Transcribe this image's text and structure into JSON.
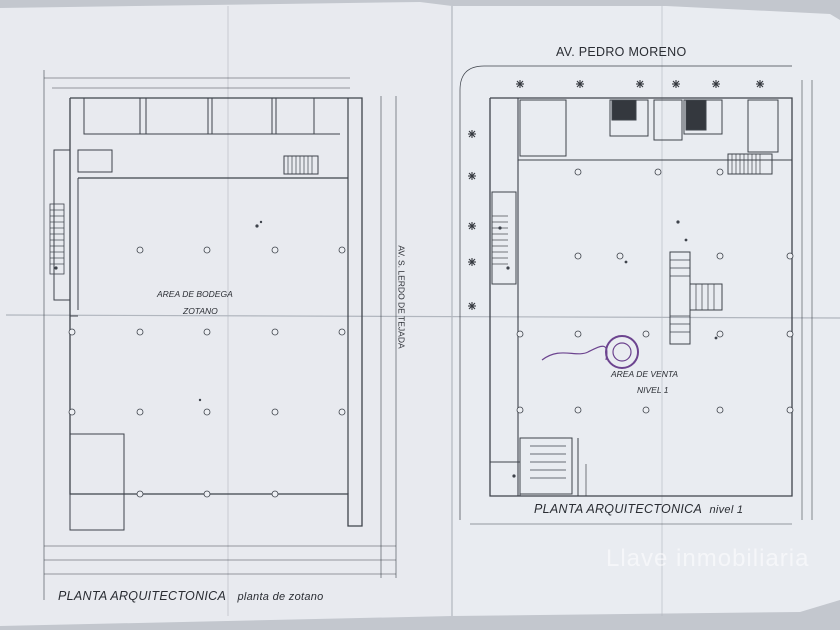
{
  "titles": {
    "left": "PLANTA ARQUITECTONICA",
    "left_sub": "planta de zotano",
    "right": "PLANTA ARQUITECTONICA",
    "right_sub": "nivel 1"
  },
  "streets": {
    "top": "AV. PEDRO MORENO",
    "side": "AV. S. LERDO DE TEJADA"
  },
  "areas": {
    "bodega_line1": "AREA DE BODEGA",
    "bodega_line2": "ZOTANO",
    "venta_line1": "AREA DE VENTA",
    "venta_line2": "NIVEL 1"
  },
  "watermark": "Llave inmobiliaria",
  "colors": {
    "paper": "#f2f4f8",
    "line": "#3a3e46",
    "fold": "#aeb3bc",
    "stamp": "#6b3f8e"
  }
}
